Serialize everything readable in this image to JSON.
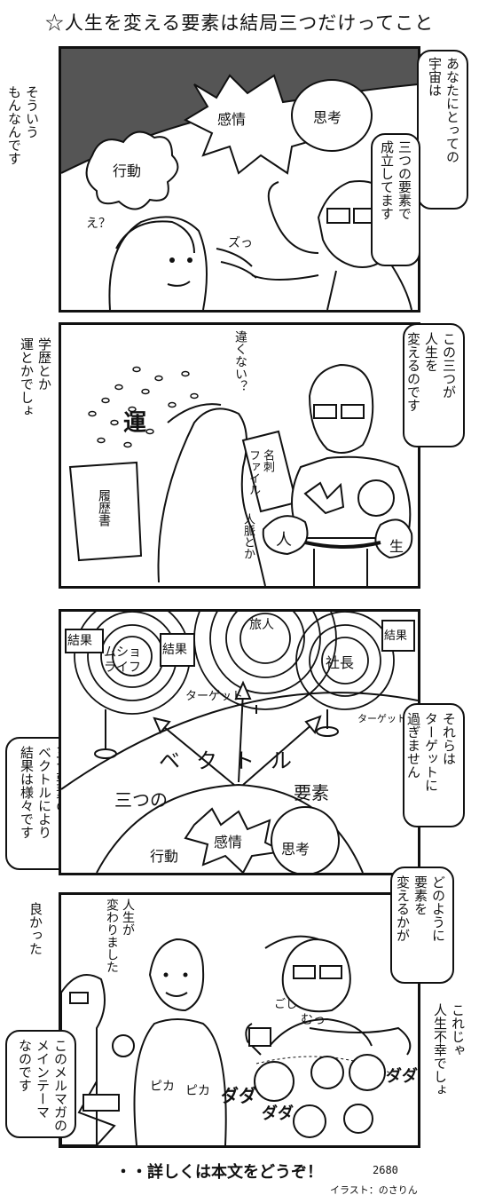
{
  "title": "☆人生を変える要素は結局三つだけってこと",
  "panels": [
    {
      "left_side_text": "そういう\nもんなんです",
      "bubbles": [
        "あなたにとっての\n宇宙は",
        "三つの要素で\n成立してます"
      ],
      "labels": {
        "kanjo": "感情",
        "shiko": "思考",
        "kodo": "行動",
        "e": "え？",
        "zu": "ズっ"
      }
    },
    {
      "left_side_text": "学歴とか\n運とかでしょ",
      "bubbles": [
        "この三つが\n人生を\n変えるのです"
      ],
      "labels": {
        "chigau": "違くない？",
        "un": "運",
        "rireki": "履歴書",
        "meishi": "名刺\nファイル",
        "jinmyaku": "人脈とか",
        "hito": "人",
        "sei": "生"
      }
    },
    {
      "left_side_text": "三つ要素の\nベクトルにより\n結果は様々です",
      "bubbles": [
        "それらは\nターゲットに\n過ぎません"
      ],
      "labels": {
        "kekka1": "結果",
        "mushoku": "ムショ\nライフ",
        "kekka2": "結果",
        "tabibito": "旅人",
        "kekka3": "結果",
        "shacho": "社長",
        "target1": "ターゲット",
        "target2": "ターゲット",
        "vector": "ベクトル",
        "mittsu": "三つの",
        "yoso": "要素",
        "kanjo": "感情",
        "kodo": "行動",
        "shiko": "思考"
      }
    },
    {
      "left_side_text": "良かった",
      "left_side_box": "このメルマガの\nメインテーマ\nなのです",
      "right_side_text": "これじゃ\n人生不幸でしょ",
      "bubbles": [
        "どのように\n要素を\n変えるかが"
      ],
      "labels": {
        "jinsei": "人生が\n変わりました",
        "goshi": "ごし",
        "mu": "むっ",
        "pika1": "ピカ",
        "pika2": "ピカ",
        "dada1": "ダダ",
        "dada2": "ダダ",
        "dada3": "ダダ"
      }
    }
  ],
  "footer": "・・詳しくは本文をどうぞ！",
  "issue_number": "2680",
  "credit": "イラスト：のさりん"
}
